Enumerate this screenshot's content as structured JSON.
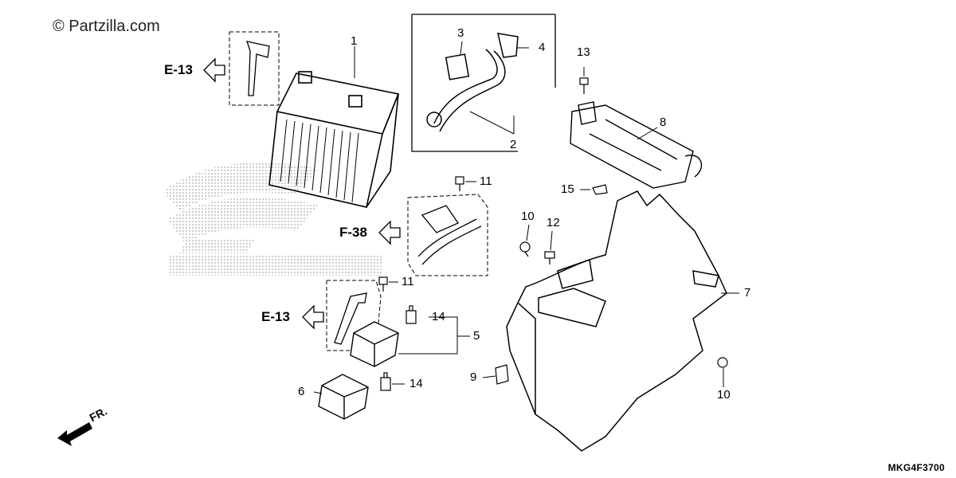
{
  "watermark": "© Partzilla.com",
  "diagram_code": "MKG4F3700",
  "direction_label": "FR.",
  "refs": {
    "e13_top": "E-13",
    "f38": "F-38",
    "e13_bottom": "E-13"
  },
  "callouts": [
    "1",
    "2",
    "3",
    "4",
    "5",
    "6",
    "7",
    "8",
    "9",
    "10",
    "10",
    "11",
    "11",
    "12",
    "13",
    "14",
    "14",
    "15"
  ],
  "colors": {
    "ink": "#000000",
    "halftone": "#b8b8b8"
  },
  "icons": [
    "copyright-icon",
    "arrow-left-icon",
    "fr-arrow-icon"
  ]
}
